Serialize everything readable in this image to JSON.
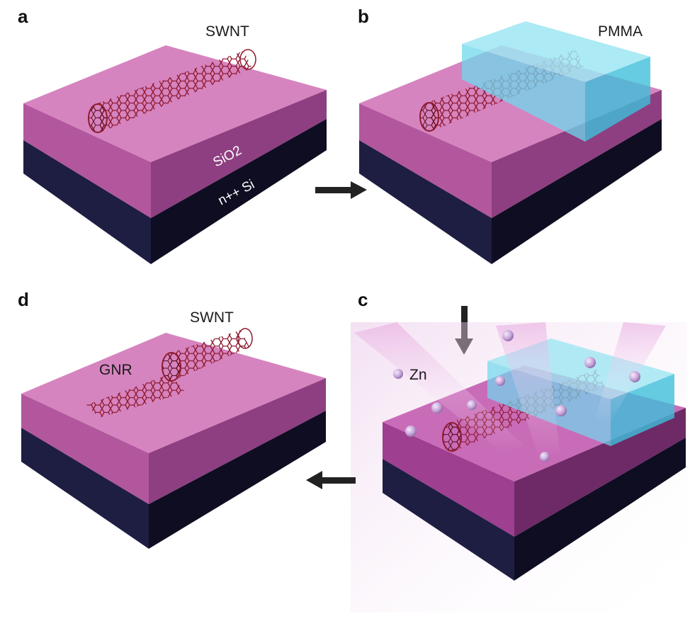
{
  "panels": {
    "a": {
      "letter": "a",
      "nanotube_label": "SWNT",
      "oxide_label": "SiO2",
      "substrate_label": "n++ Si"
    },
    "b": {
      "letter": "b",
      "mask_label": "PMMA"
    },
    "c": {
      "letter": "c",
      "atom_label": "Zn"
    },
    "d": {
      "letter": "d",
      "nanotube_label": "SWNT",
      "ribbon_label": "GNR"
    }
  },
  "colors": {
    "oxide_top": "#d684bf",
    "oxide_front": "#b2579d",
    "oxide_side": "#7a2e6b",
    "silicon_front": "#1e1d42",
    "silicon_side": "#0e0d22",
    "nanotube": "#8f1a30",
    "pmma": "#6fd8ee",
    "zn_atom": "#c7a5da",
    "arrow": "#222222"
  },
  "icons": [
    "arrow-right-icon",
    "arrow-down-icon",
    "arrow-left-icon"
  ]
}
